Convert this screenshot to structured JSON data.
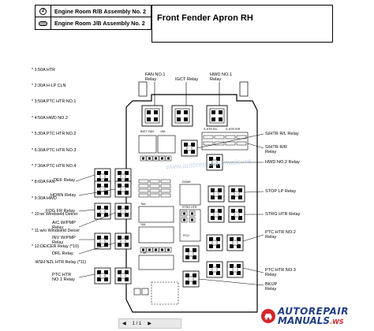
{
  "header": {
    "rows": [
      {
        "symbol": "2",
        "text": "Engine Room R/B Assembly No. 2"
      },
      {
        "symbol": "oval",
        "text": "Engine Room J/B Assembly No. 2"
      }
    ],
    "title": "Front Fender Apron RH"
  },
  "legend": {
    "lines": [
      "* 1:50A HTR",
      "* 2:30A H-LP CLN",
      "* 3:50A PTC HTR NO.1",
      "* 4:50A HWD NO.2",
      "* 5:30A PTC HTR NO.2",
      "* 6:30A PTC HTR NO.3",
      "* 7:30A PTC HTR NO.4",
      "* 8:60A FAN",
      "* 9:30A HWD",
      "* 10:w/ Windsield Deicer",
      "* 11:w/o Windsield Deicer",
      "* 12:DEICER Relay (*10)",
      "   WSH NZL HTR Relay (*11)"
    ]
  },
  "labels": {
    "fan_no1": "FAN NO.1\nRelay",
    "igct": "IGCT Relay",
    "hwd_no1": "HWD NO.1\nRelay",
    "shtr_rl": "S/HTR R/L Relay",
    "shtr_rr": "S/HTR R/R\nRelay",
    "hwd_no2": "HWD NO.2 Relay",
    "def": "DEF Relay",
    "horn": "HORN Relay",
    "fog_fr": "FOG FR Relay",
    "ac_wpmp": "A/C W/PMP\nRelay",
    "inv_wpmp": "INV W/PMP\nRelay",
    "drl": "DRL Relay",
    "ptc_htr_no1": "PTC HTR\nNO.1 Relay",
    "stop_lp": "STOP LP Relay",
    "strg_htr": "STRG HTR Relay",
    "ptc_htr_no2": "PTC HTR NO.2\nRelay",
    "ptc_htr_no3": "PTC HTR NO.3\nRelay",
    "bkup": "BKUP\nRelay"
  },
  "fuse_labels": {
    "batt_fan": "BATT FAN",
    "a15": "15A",
    "s_htr_rl": "S-HTR R/L",
    "s_htr_rr": "S-HTR R/R",
    "dome": "DOME",
    "strg_htr": "STRG HTR",
    "tail": "TAIL",
    "pcu": "PCU",
    "a10": "10A",
    "a7_5": "7.5A"
  },
  "pager": {
    "prefix": "1 / 1"
  },
  "watermark": "www.autorepairmanuals.ws",
  "brand": {
    "line1": "AUTOREPAIR",
    "line2": "MANUALS",
    "suffix": ".WS"
  },
  "colors": {
    "line": "#000000",
    "brand_blue": "#233f86",
    "brand_red": "#d4262a",
    "watermark": "#c9d6ea"
  }
}
